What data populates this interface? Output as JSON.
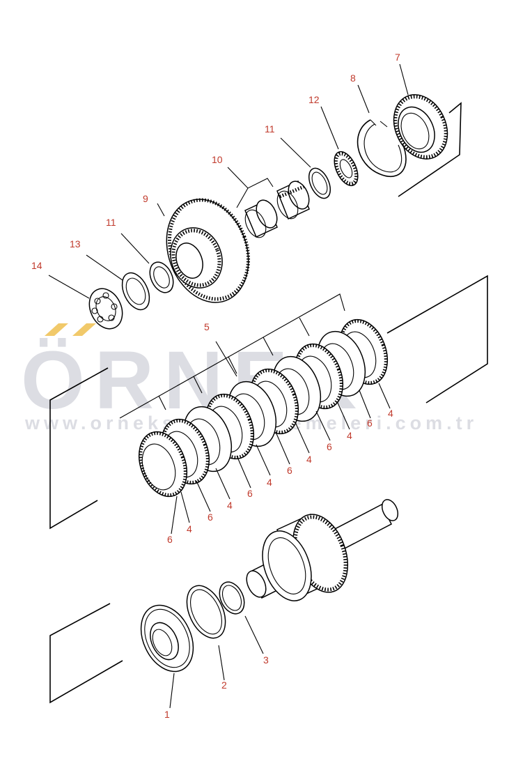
{
  "watermark": {
    "brand": "ÖRNEK",
    "url": "www.orneksanatmalzemeleri.com.tr",
    "accent_color": "#f1c96a",
    "text_color": "#dcdde3"
  },
  "label_color": "#c0392b",
  "callouts": [
    {
      "id": "c7",
      "text": "7"
    },
    {
      "id": "c8",
      "text": "8"
    },
    {
      "id": "c12",
      "text": "12"
    },
    {
      "id": "c11a",
      "text": "11"
    },
    {
      "id": "c10",
      "text": "10"
    },
    {
      "id": "c9",
      "text": "9"
    },
    {
      "id": "c11b",
      "text": "11"
    },
    {
      "id": "c13",
      "text": "13"
    },
    {
      "id": "c14",
      "text": "14"
    },
    {
      "id": "c5",
      "text": "5"
    },
    {
      "id": "c4a",
      "text": "4"
    },
    {
      "id": "c6a",
      "text": "6"
    },
    {
      "id": "c4b",
      "text": "4"
    },
    {
      "id": "c6b",
      "text": "6"
    },
    {
      "id": "c4c",
      "text": "4"
    },
    {
      "id": "c6c",
      "text": "6"
    },
    {
      "id": "c4d",
      "text": "4"
    },
    {
      "id": "c6d",
      "text": "6"
    },
    {
      "id": "c4e",
      "text": "4"
    },
    {
      "id": "c6e",
      "text": "6"
    },
    {
      "id": "c4f",
      "text": "4"
    },
    {
      "id": "c6f",
      "text": "6"
    },
    {
      "id": "c3",
      "text": "3"
    },
    {
      "id": "c2",
      "text": "2"
    },
    {
      "id": "c1",
      "text": "1"
    }
  ]
}
